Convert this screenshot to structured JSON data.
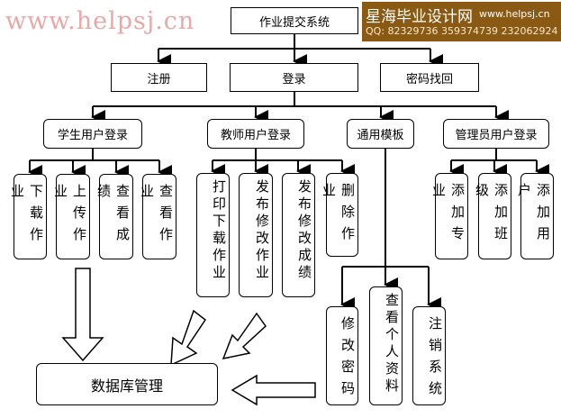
{
  "root": "作业提交系统",
  "level1": [
    "注册",
    "登录",
    "密码找回"
  ],
  "level2": [
    "学生用户登录",
    "教师用户登录",
    "通用模板",
    "管理员用户登录"
  ],
  "student": [
    "下载作业",
    "上传作业",
    "查看成绩",
    "查看作业"
  ],
  "teacher": [
    "打印下载作业",
    "发布修改作业",
    "发布修改成绩",
    "删除作业"
  ],
  "admin": [
    "添加专业",
    "添加班级",
    "添加用户"
  ],
  "common": [
    "修改密码",
    "查看个人资料",
    "注销系统"
  ],
  "database": "数据库管理",
  "watermark": "www.helpsj.cn",
  "banner": {
    "name": "星海毕业设计网",
    "url": "www.helpsj.cn",
    "qq": "QQ: 82329736  359374739  232062924"
  }
}
